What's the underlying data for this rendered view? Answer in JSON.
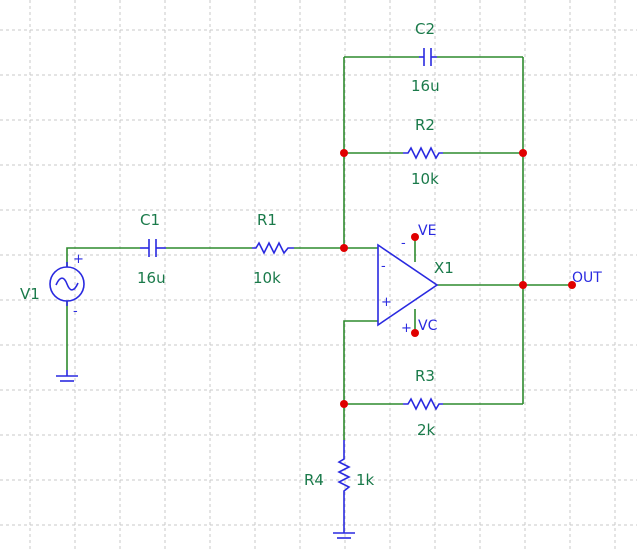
{
  "components": {
    "c1": {
      "name": "C1",
      "value": "16u"
    },
    "r1": {
      "name": "R1",
      "value": "10k"
    },
    "c2": {
      "name": "C2",
      "value": "16u"
    },
    "r2": {
      "name": "R2",
      "value": "10k"
    },
    "r3": {
      "name": "R3",
      "value": "2k"
    },
    "r4": {
      "name": "R4",
      "value": "1k"
    },
    "v1": {
      "name": "V1",
      "plus": "+",
      "minus": "-"
    },
    "x1": {
      "name": "X1",
      "minus": "-",
      "plus": "+",
      "supply_minus": "-",
      "supply_plus": "+"
    }
  },
  "nets": {
    "ve": "VE",
    "vc": "VC",
    "out": "OUT"
  },
  "colors": {
    "wire": "#2e8b2e",
    "component": "#2a2ae0",
    "label": "#1a7a4a",
    "node": "#e00000",
    "grid": "#c8c8c8"
  }
}
